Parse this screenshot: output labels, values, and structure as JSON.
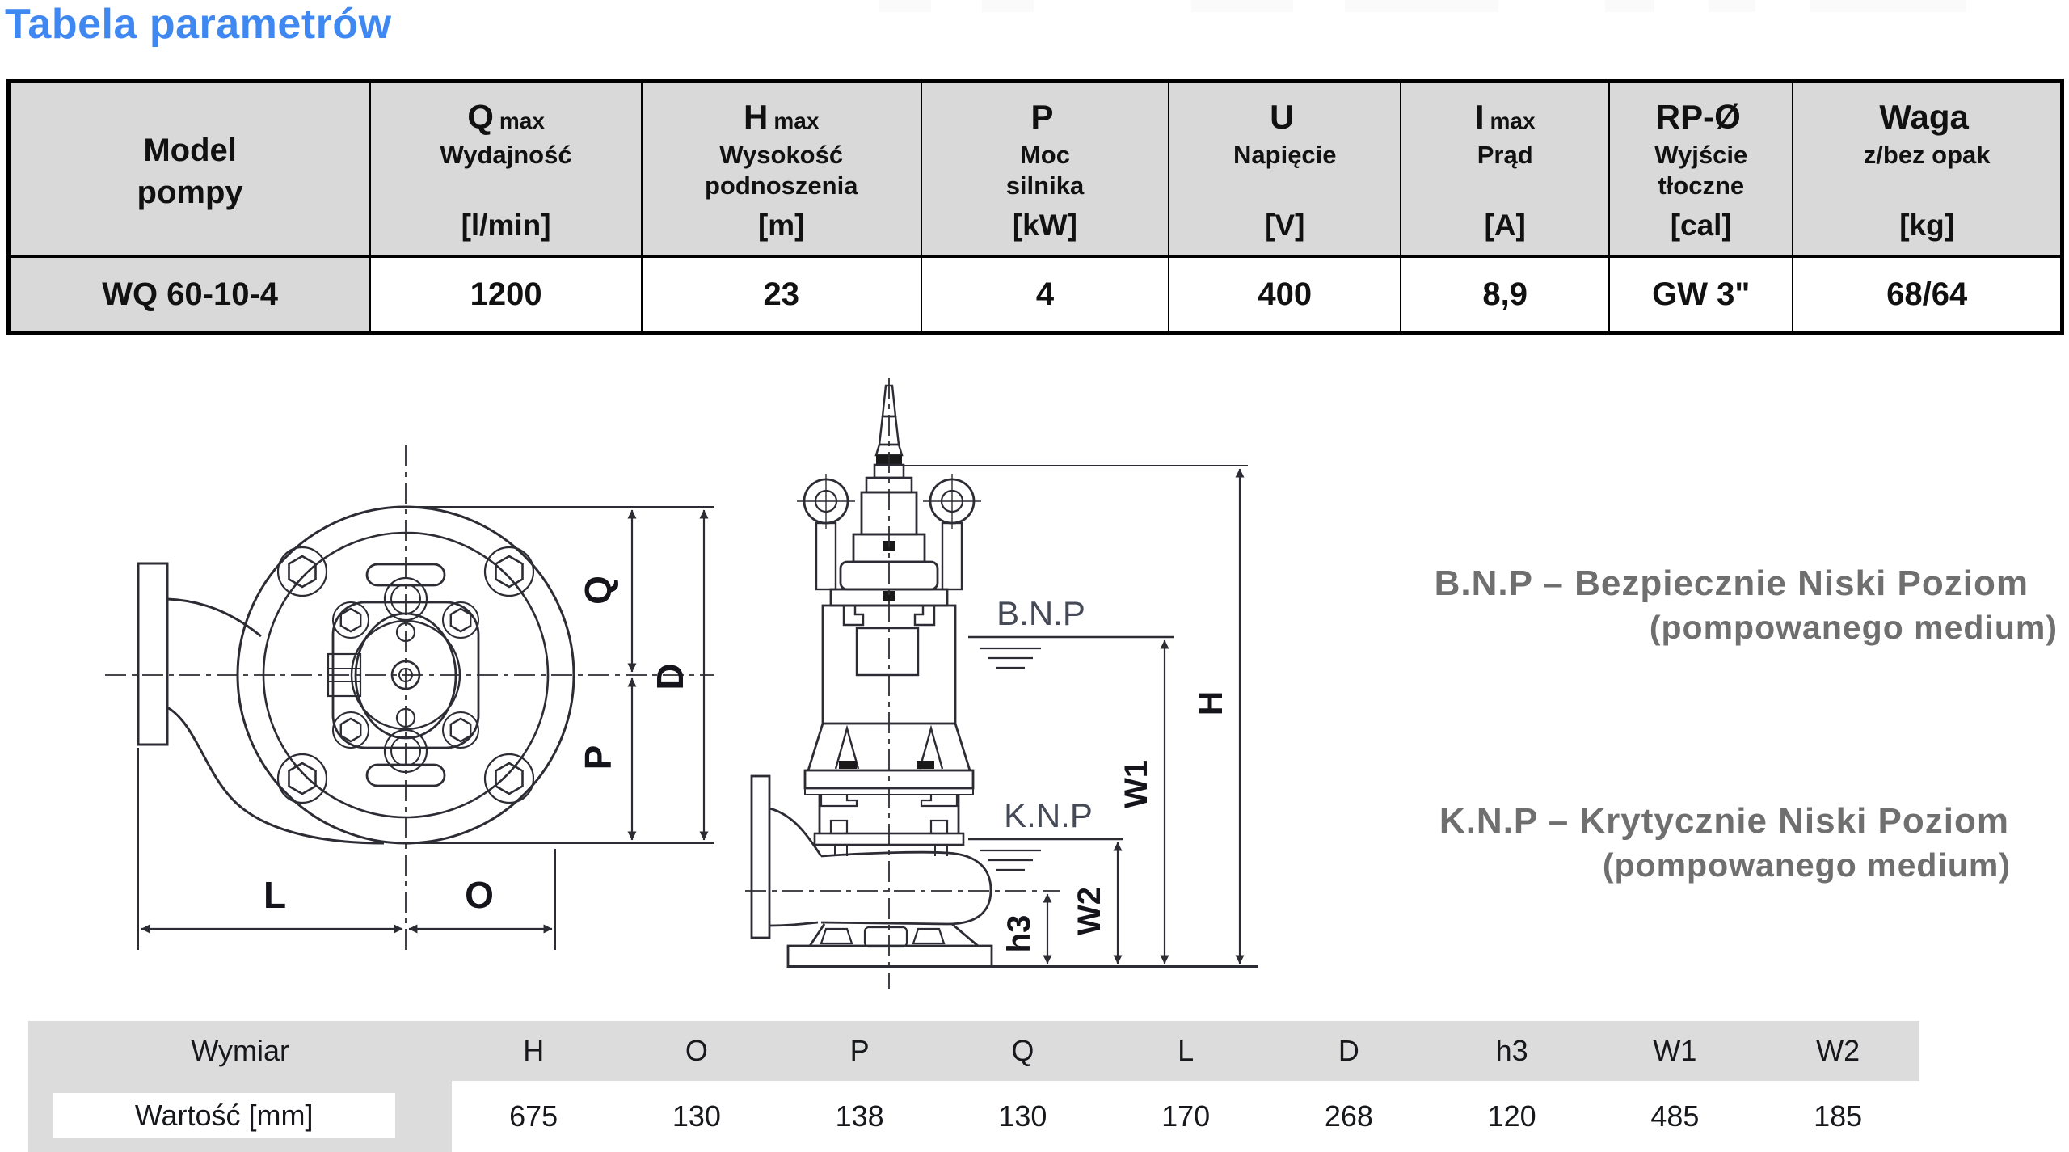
{
  "title": {
    "text": "Tabela parametrów"
  },
  "colors": {
    "accent_blue": "#3f88f2",
    "table_header_bg": "#d9d9d9",
    "dims_header_bg": "#dcdcdc",
    "legend_gray": "#6f6f6f",
    "drawing_line": "#2c2c34"
  },
  "params_table": {
    "header": [
      {
        "line1": "Model",
        "line2": "pompy"
      },
      {
        "sym": "Q",
        "sub": "max",
        "desc1": "Wydajność",
        "desc2": "",
        "unit": "[l/min]"
      },
      {
        "sym": "H",
        "sub": "max",
        "desc1": "Wysokość",
        "desc2": "podnoszenia",
        "unit": "[m]"
      },
      {
        "sym": "P",
        "sub": "",
        "desc1": "Moc",
        "desc2": "silnika",
        "unit": "[kW]"
      },
      {
        "sym": "U",
        "sub": "",
        "desc1": "Napięcie",
        "desc2": "",
        "unit": "[V]"
      },
      {
        "sym": "I",
        "sub": "max",
        "desc1": "Prąd",
        "desc2": "",
        "unit": "[A]"
      },
      {
        "sym": "RP-Ø",
        "sub": "",
        "desc1": "Wyjście",
        "desc2": "tłoczne",
        "unit": "[cal]"
      },
      {
        "sym": "Waga",
        "sub": "",
        "desc1": "z/bez opak",
        "desc2": "",
        "unit": "[kg]"
      }
    ],
    "row": {
      "model": "WQ 60-10-4",
      "values": [
        "1200",
        "23",
        "4",
        "400",
        "8,9",
        "GW 3\"",
        "68/64"
      ]
    }
  },
  "legend": {
    "bnp_line1": "B.N.P – Bezpiecznie Niski Poziom",
    "bnp_line2": "(pompowanego medium)",
    "knp_line1": "K.N.P – Krytycznie Niski Poziom",
    "knp_line2": "(pompowanego medium)"
  },
  "drawing": {
    "front": {
      "q": "Q",
      "d": "D",
      "p": "P",
      "l": "L",
      "o": "O"
    },
    "side": {
      "h": "H",
      "w1": "W1",
      "w2": "W2",
      "h3": "h3",
      "bnp": "B.N.P",
      "knp": "K.N.P"
    }
  },
  "dims_table": {
    "header_label": "Wymiar",
    "value_label": "Wartość [mm]",
    "dims": [
      "H",
      "O",
      "P",
      "Q",
      "L",
      "D",
      "h3",
      "W1",
      "W2"
    ],
    "values": [
      "675",
      "130",
      "138",
      "130",
      "170",
      "268",
      "120",
      "485",
      "185"
    ]
  }
}
